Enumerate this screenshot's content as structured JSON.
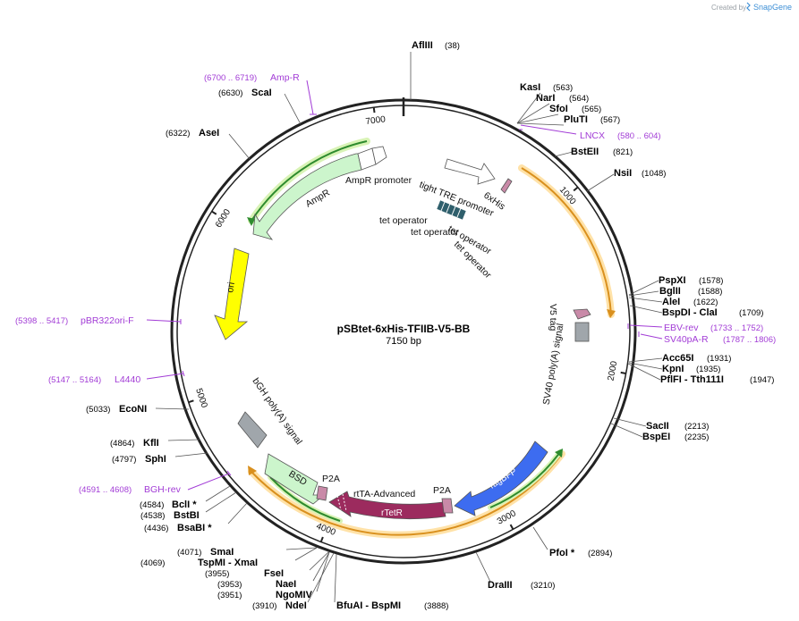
{
  "credit": {
    "created_by": "Created by",
    "brand": "SnapGene"
  },
  "plasmid": {
    "name": "pSBtet-6xHis-TFIIB-V5-BB",
    "length": "7150 bp"
  },
  "ticks": [
    "1000",
    "2000",
    "3000",
    "4000",
    "5000",
    "6000",
    "7000"
  ],
  "sites": [
    {
      "name": "AflIII",
      "pos": "(38)"
    },
    {
      "name": "KasI",
      "pos": "(563)"
    },
    {
      "name": "NarI",
      "pos": "(564)"
    },
    {
      "name": "SfoI",
      "pos": "(565)"
    },
    {
      "name": "PluTI",
      "pos": "(567)"
    },
    {
      "name": "BstEII",
      "pos": "(821)"
    },
    {
      "name": "NsiI",
      "pos": "(1048)"
    },
    {
      "name": "PspXI",
      "pos": "(1578)"
    },
    {
      "name": "BglII",
      "pos": "(1588)"
    },
    {
      "name": "AleI",
      "pos": "(1622)"
    },
    {
      "name": "BspDI  - ClaI",
      "pos": "(1709)"
    },
    {
      "name": "Acc65I",
      "pos": "(1931)"
    },
    {
      "name": "KpnI",
      "pos": "(1935)"
    },
    {
      "name": "PflFI  - Tth111I",
      "pos": "(1947)"
    },
    {
      "name": "SacII",
      "pos": "(2213)"
    },
    {
      "name": "BspEI",
      "pos": "(2235)"
    },
    {
      "name": "PfoI *",
      "pos": "(2894)"
    },
    {
      "name": "DraIII",
      "pos": "(3210)"
    },
    {
      "name": "BfuAI  - BspMI",
      "pos": "(3888)"
    },
    {
      "name": "NdeI",
      "pos": "(3910)"
    },
    {
      "name": "NgoMIV",
      "pos": "(3951)"
    },
    {
      "name": "NaeI",
      "pos": "(3953)"
    },
    {
      "name": "FseI",
      "pos": "(3955)"
    },
    {
      "name": "TspMI  - XmaI",
      "pos": "(4069)"
    },
    {
      "name": "SmaI",
      "pos": "(4071)"
    },
    {
      "name": "BsaBI *",
      "pos": "(4436)"
    },
    {
      "name": "BstBI",
      "pos": "(4538)"
    },
    {
      "name": "BclI *",
      "pos": "(4584)"
    },
    {
      "name": "SphI",
      "pos": "(4797)"
    },
    {
      "name": "KflI",
      "pos": "(4864)"
    },
    {
      "name": "EcoNI",
      "pos": "(5033)"
    },
    {
      "name": "AseI",
      "pos": "(6322)"
    },
    {
      "name": "ScaI",
      "pos": "(6630)"
    }
  ],
  "primers": [
    {
      "name": "Amp-R",
      "pos": "(6700 .. 6719)"
    },
    {
      "name": "LNCX",
      "pos": "(580 .. 604)"
    },
    {
      "name": "EBV-rev",
      "pos": "(1733 .. 1752)"
    },
    {
      "name": "SV40pA-R",
      "pos": "(1787 .. 1806)"
    },
    {
      "name": "pBR322ori-F",
      "pos": "(5398 .. 5417)"
    },
    {
      "name": "L4440",
      "pos": "(5147 .. 5164)"
    },
    {
      "name": "BGH-rev",
      "pos": "(4591 .. 4608)"
    }
  ],
  "features": {
    "ampr_promoter": "AmpR promoter",
    "ampr": "AmpR",
    "tight_tre": "tight TRE promoter",
    "his6": "6xHis",
    "tet_op_1": "tet operator",
    "tet_op_2": "tet operator",
    "tet_op_3": "tet operator",
    "tet_op_4": "tet operator",
    "ori": "ori",
    "v5_tag": "V5 tag",
    "sv40": "SV40 poly(A) signal",
    "bgh": "bGH poly(A) signal",
    "bsd": "BSD",
    "p2a_1": "P2A",
    "p2a_2": "P2A",
    "rtta": "rtTA-Advanced",
    "rtetr": "rTetR",
    "tagbfp": "TagBFP"
  },
  "colors": {
    "backbone": "#222222",
    "ampr_fill": "#ccf5cc",
    "ori_fill": "#ffff00",
    "tagbfp_fill": "#3d6cf0",
    "rtetr_fill": "#9c2b5e",
    "orf_green": "#2e8b2e",
    "orf_orange": "#d9901e",
    "primer": "#a23cd6",
    "operator": "#2f5f6c",
    "polyA": "#a0a6ab"
  }
}
